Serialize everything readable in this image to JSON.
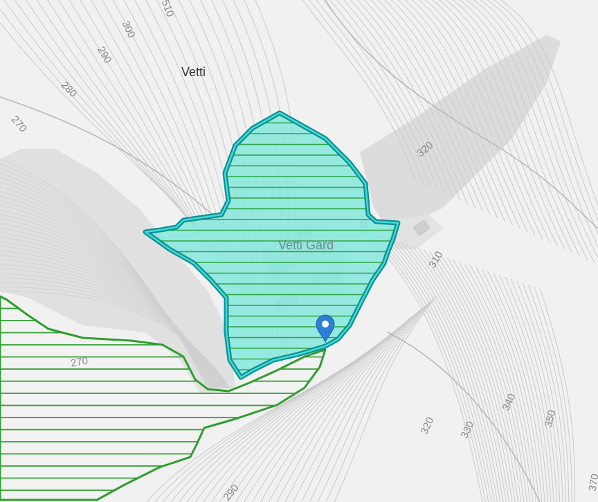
{
  "map": {
    "place_labels": {
      "vetti": "Vetti",
      "vetti_gard": "Vetti Gard"
    },
    "contour_labels": {
      "c510": "510",
      "c300": "300",
      "c290_top": "290",
      "c280": "280",
      "c270_left": "270",
      "c320_top": "320",
      "c310": "310",
      "c270_mid": "270",
      "c320_bottom": "320",
      "c330": "330",
      "c340": "340",
      "c350": "350",
      "c290_bottom": "290",
      "c370": "370"
    },
    "marker_icon": "map-pin-icon",
    "colors": {
      "background": "#f1f1f1",
      "contour": "#c9c9c9",
      "hillshade": "#dcdcdc",
      "teal_fill": "#7fe5d9",
      "teal_outline": "#0f8f95",
      "teal_outline_inner": "#38d6cf",
      "green_hatch": "#2f9e2f",
      "marker": "#2c7fd4"
    }
  }
}
